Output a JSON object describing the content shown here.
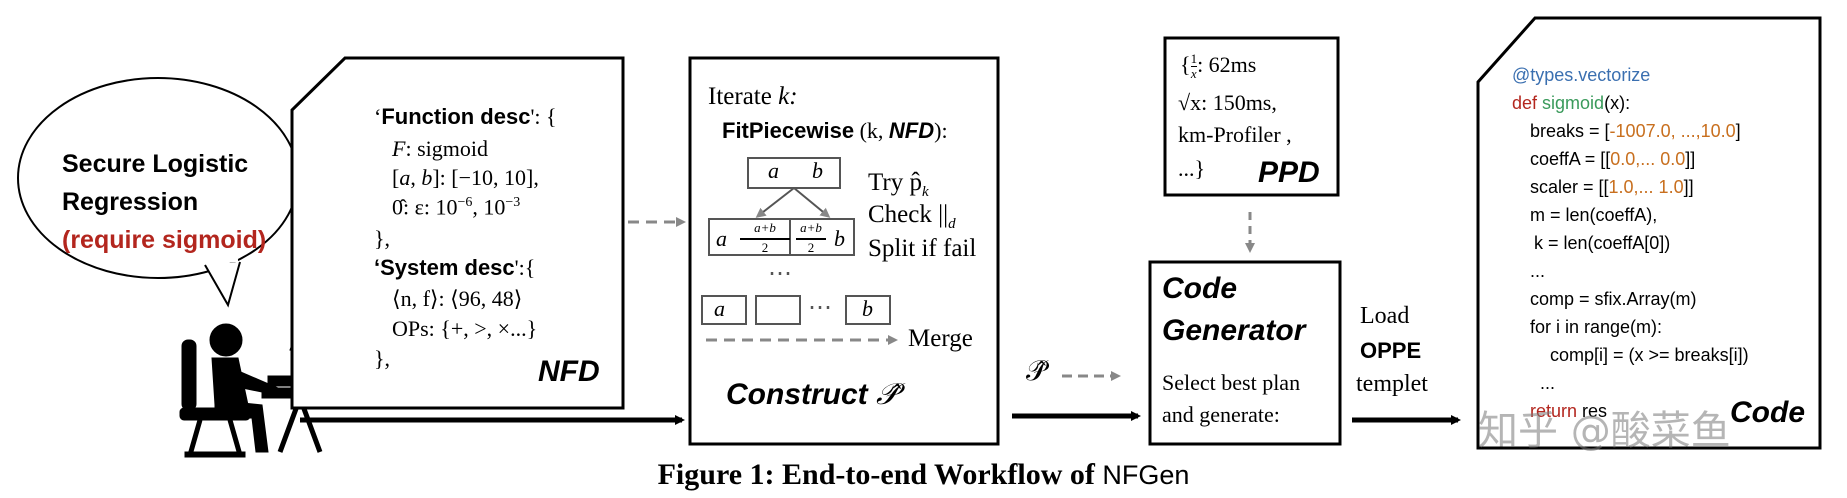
{
  "user": {
    "bubble_line1": "Secure Logistic",
    "bubble_line2": "Regression",
    "bubble_line3": "(require sigmoid)",
    "accent_color": "#b3261e"
  },
  "nfd": {
    "function_desc_key": "Function desc",
    "function_desc_open": "': {",
    "f_line": ": sigmoid",
    "range_line": ": [−10, 10],",
    "eps_line": ": ε: 10",
    "eps_exp1": "−6",
    "eps_mid": ", 10",
    "eps_exp2": "−3",
    "close1": "},",
    "system_desc_key": "System desc",
    "system_desc_open": "':{",
    "nf_line": "⟨n, f⟩: ⟨96, 48⟩",
    "ops_line": "OPs: {+, >, ×...}",
    "close2": "},",
    "label": "NFD"
  },
  "construct": {
    "iterate": "Iterate",
    "iterate_var": "k:",
    "fit_name": "FitPiecewise",
    "fit_args_open": " (k, ",
    "fit_args_nfd": "NFD",
    "fit_args_close": "):",
    "try": "Try p̂",
    "try_sub": "k",
    "check": "Check ||",
    "check_sub": "d",
    "split": "Split if fail",
    "box_a": "a",
    "box_b": "b",
    "frac_num": "a+b",
    "frac_den": "2",
    "ellipsis_v": "⋯",
    "ellipsis_h": "⋯",
    "merge": "Merge",
    "label": "Construct",
    "label_sym": "𝒫̂"
  },
  "ppd": {
    "line1_sym": "{",
    "line1_frac_num": "1",
    "line1_frac_den": "x",
    "line1_val": ": 62ms",
    "line2_sym": "√x",
    "line2_val": ":  150ms,",
    "line3": "km-Profiler ,",
    "line4": "...}",
    "label": "PPD"
  },
  "flow": {
    "p_hat": "𝒫̂",
    "load": "Load",
    "oppe": "OPPE",
    "templet": "templet"
  },
  "generator": {
    "title1": "Code",
    "title2": "Generator",
    "desc1": "Select best plan",
    "desc2": "and generate:"
  },
  "code": {
    "decorator": "@types.vectorize",
    "def_kw": "def",
    "fn_name": "sigmoid",
    "fn_args": "(x):",
    "breaks_a": "breaks = [",
    "breaks_v": "-1007.0, ...,10.0",
    "breaks_b": "]",
    "coeff_a": "coeffA = [[",
    "coeff_v": "0.0,... 0.0",
    "coeff_b": "]]",
    "scaler_a": "scaler = [[",
    "scaler_v": "1.0,... 1.0",
    "scaler_b": "]]",
    "m_line": "m = len(coeffA),",
    "k_line": "k = len(coeffA[0])",
    "dots1": "...",
    "comp_line": "comp = sfix.Array(m)",
    "for_line": "for i in range(m):",
    "comp_i_line": "comp[i] = (x >= breaks[i])",
    "dots2": "...",
    "return_kw": "return",
    "return_rest": " res",
    "label": "Code"
  },
  "caption": {
    "bold": "Figure 1: End-to-end Workflow of ",
    "name": "NFGen"
  },
  "watermark": "知乎 @酸菜鱼"
}
